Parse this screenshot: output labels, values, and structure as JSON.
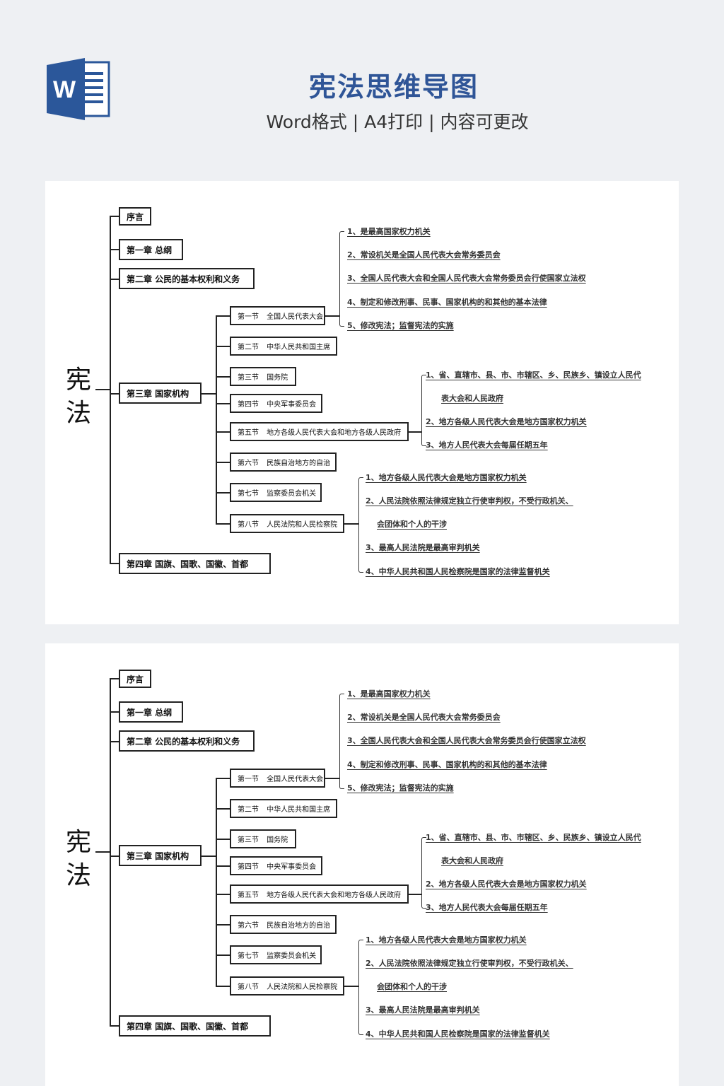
{
  "header": {
    "title": "宪法思维导图",
    "subtitle": "Word格式 | A4打印 | 内容可更改",
    "icon": "word-icon",
    "icon_letter": "W",
    "accent": "#2f5597"
  },
  "mindmap": {
    "root": "宪法",
    "chapters": [
      "序言",
      "第一章  总纲",
      "第二章  公民的基本权利和义务",
      "第三章  国家机构",
      "第四章    国旗、国歌、国徽、首都"
    ],
    "sections": [
      "第一节  全国人民代表大会",
      "第二节  中华人民共和国主席",
      "第三节  国务院",
      "第四节  中央军事委员会",
      "第五节  地方各级人民代表大会和地方各级人民政府",
      "第六节  民族自治地方的自治",
      "第七节  监察委员会机关",
      "第八节  人民法院和人民检察院"
    ],
    "npc_items": [
      "1、是最高国家权力机关",
      "2、常设机关是全国人民代表大会常务委员会",
      "3、全国人民代表大会和全国人民代表大会常务委员会行使国家立法权",
      "4、制定和修改刑事、民事、国家机构的和其他的基本法律",
      "5、修改宪法；监督宪法的实施"
    ],
    "local_items": [
      "1、省、直辖市、县、市、市辖区、乡、民族乡、镇设立人民代",
      "表大会和人民政府",
      "2、地方各级人民代表大会是地方国家权力机关",
      "3、地方人民代表大会每届任期五年"
    ],
    "court_items": [
      "1、地方各级人民代表大会是地方国家权力机关",
      "2、人民法院依照法律规定独立行使审判权，不受行政机关、",
      "会团体和个人的干涉",
      "3、最高人民法院是最高审判机关",
      "4、中华人民共和国人民检察院是国家的法律监督机关"
    ]
  }
}
